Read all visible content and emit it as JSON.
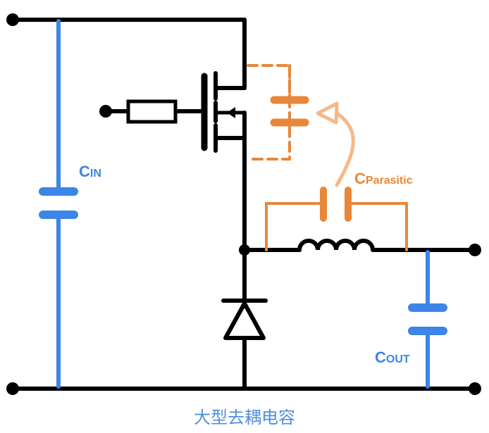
{
  "labels": {
    "cin": {
      "main": "C",
      "sub": "IN"
    },
    "cpar": {
      "main": "C",
      "sub": "Parasitic"
    },
    "cout": {
      "main": "C",
      "sub": "OUT"
    }
  },
  "caption": "大型去耦电容",
  "colors": {
    "wire": "#000000",
    "blue": "#3d85e6",
    "orange": "#e8873a",
    "arrow": "#f5b98a",
    "caption": "#4f8fe0"
  }
}
